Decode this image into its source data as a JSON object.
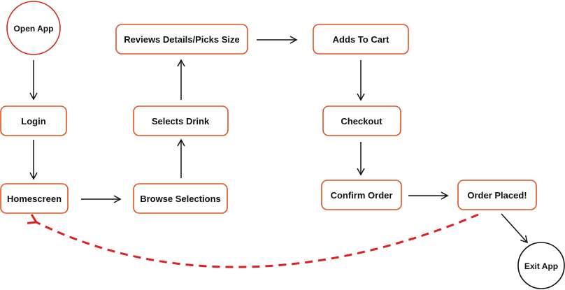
{
  "colors": {
    "box_stroke": "#e0531f",
    "start_stroke": "#d9261c",
    "end_stroke": "#111111",
    "arrow": "#111111",
    "loop_arrow": "#e02020",
    "text": "#111111",
    "background": "#ffffff"
  },
  "nodes": {
    "open_app": "Open App",
    "login": "Login",
    "homescreen": "Homescreen",
    "browse_selections": "Browse Selections",
    "selects_drink": "Selects Drink",
    "reviews_details": "Reviews Details/Picks Size",
    "adds_to_cart": "Adds To Cart",
    "checkout": "Checkout",
    "confirm_order": "Confirm Order",
    "order_placed": "Order Placed!",
    "exit_app": "Exit App"
  }
}
